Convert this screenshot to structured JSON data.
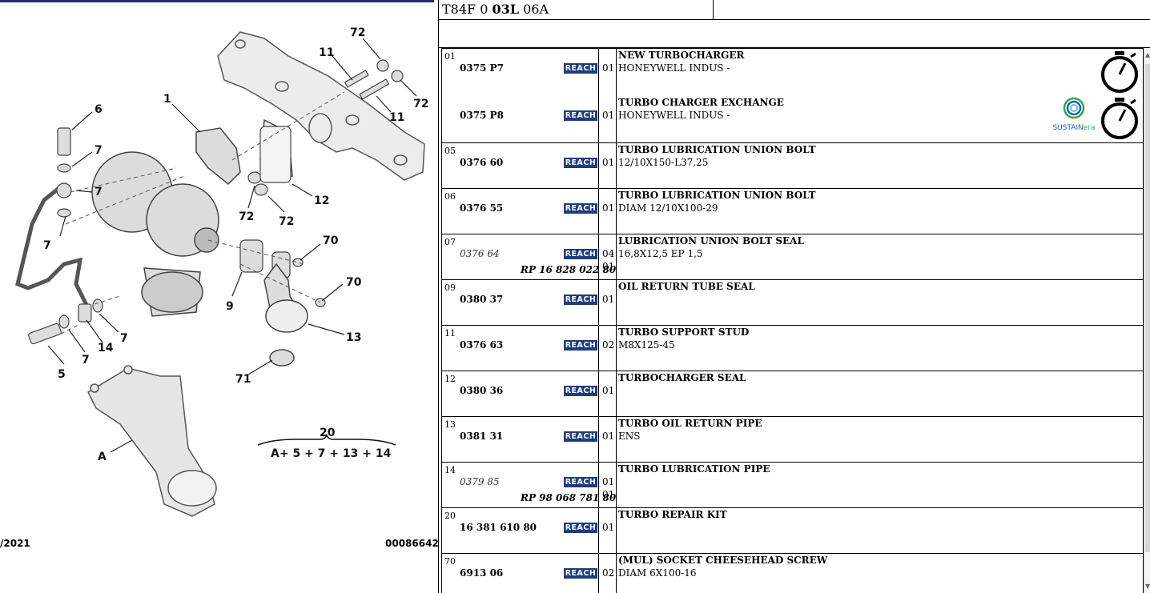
{
  "left_panel": {
    "callouts": {
      "c72a": "72",
      "c11a": "11",
      "c72b": "72",
      "c11b": "11",
      "c1": "1",
      "c6": "6",
      "c7a": "7",
      "c7b": "7",
      "c12": "12",
      "c72c": "72",
      "c72d": "72",
      "c70a": "70",
      "c70b": "70",
      "c9": "9",
      "c13": "13",
      "c7c": "7",
      "c14": "14",
      "c7d": "7",
      "c5": "5",
      "c71": "71",
      "cA": "A",
      "c20": "20"
    },
    "kit_formula": "A+ 5 + 7 + 13 + 14",
    "date_text": "/2021",
    "diagram_ref": "00086642"
  },
  "header": {
    "code_part1": "T84F 0 ",
    "code_bold": "03L",
    "code_part2": " 06A"
  },
  "reach_label": "REACH",
  "rows": [
    {
      "index": "01",
      "parts": [
        {
          "ref": "0375 P7",
          "qty": "01",
          "title": "NEW TURBOCHARGER",
          "desc": "HONEYWELL INDUS -"
        },
        {
          "ref": "0375 P8",
          "qty": "01",
          "title": "TURBO CHARGER EXCHANGE",
          "desc": "HONEYWELL INDUS -"
        }
      ]
    },
    {
      "index": "05",
      "ref": "0376 60",
      "qty": "01",
      "title": "TURBO LUBRICATION UNION BOLT",
      "desc": "12/10X150-L37,25"
    },
    {
      "index": "06",
      "ref": "0376 55",
      "qty": "01",
      "title": "TURBO LUBRICATION UNION BOLT",
      "desc": "DIAM 12/10X100-29"
    },
    {
      "index": "07",
      "ref": "0376 64",
      "rp": "RP 16 828 022 80",
      "qty": "04",
      "qty2": "01",
      "title": "LUBRICATION UNION BOLT SEAL",
      "desc": "16,8X12,5 EP 1,5"
    },
    {
      "index": "09",
      "ref": "0380 37",
      "qty": "01",
      "title": "OIL RETURN TUBE SEAL",
      "desc": ""
    },
    {
      "index": "11",
      "ref": "0376 63",
      "qty": "02",
      "title": "TURBO SUPPORT STUD",
      "desc": "M8X125-45"
    },
    {
      "index": "12",
      "ref": "0380 36",
      "qty": "01",
      "title": "TURBOCHARGER SEAL",
      "desc": ""
    },
    {
      "index": "13",
      "ref": "0381 31",
      "qty": "01",
      "title": "TURBO OIL RETURN PIPE",
      "desc": "ENS"
    },
    {
      "index": "14",
      "ref": "0379 85",
      "rp": "RP 98 068 781 80",
      "qty": "01",
      "qty2": "01",
      "title": "TURBO LUBRICATION PIPE",
      "desc": ""
    },
    {
      "index": "20",
      "ref": "16 381 610 80",
      "qty": "01",
      "title": "TURBO REPAIR KIT",
      "desc": ""
    },
    {
      "index": "70",
      "ref": "6913 06",
      "qty": "02",
      "title": "(MUL) SOCKET CHEESEHEAD SCREW",
      "desc": "DIAM 6X100-16"
    }
  ],
  "sustainera_logo": {
    "text_a": "SUSTAIN",
    "text_b": "era",
    "color_a": "#1f5fa8",
    "color_b": "#2aa84a"
  },
  "icons": {
    "labour_time": "stopwatch-icon"
  },
  "colors": {
    "reach_bg": "#1f3c7a",
    "top_bar": "#1f2f6b"
  }
}
